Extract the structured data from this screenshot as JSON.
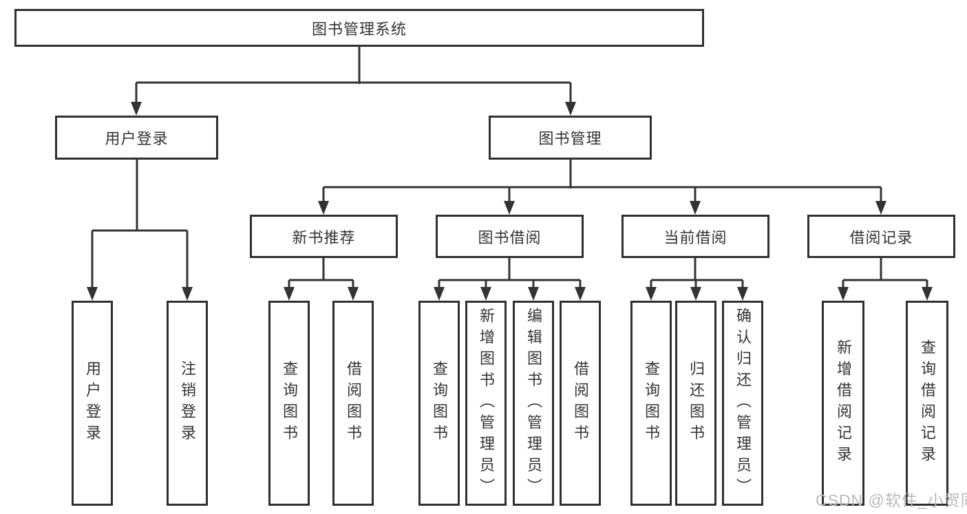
{
  "diagram": {
    "root": {
      "label": "图书管理系统"
    },
    "branches": [
      {
        "label": "用户登录",
        "children": [
          {
            "label": "用户登录"
          },
          {
            "label": "注销登录"
          }
        ]
      },
      {
        "label": "图书管理",
        "children": [
          {
            "label": "新书推荐",
            "children": [
              {
                "label": "查询图书"
              },
              {
                "label": "借阅图书"
              }
            ]
          },
          {
            "label": "图书借阅",
            "children": [
              {
                "label": "查询图书"
              },
              {
                "label": "新增图书（管理员）"
              },
              {
                "label": "编辑图书（管理员）"
              },
              {
                "label": "借阅图书"
              }
            ]
          },
          {
            "label": "当前借阅",
            "children": [
              {
                "label": "查询图书"
              },
              {
                "label": "归还图书"
              },
              {
                "label": "确认归还（管理员）"
              }
            ]
          },
          {
            "label": "借阅记录",
            "children": [
              {
                "label": "新增借阅记录"
              },
              {
                "label": "查询借阅记录"
              }
            ]
          }
        ]
      }
    ],
    "colors": {
      "line": "#333333",
      "border": "#2f2f2f",
      "text": "#333333",
      "watermark": "#b9b9b9",
      "background": "#ffffff"
    },
    "watermark": "CSDN @软件_小贺同学"
  }
}
